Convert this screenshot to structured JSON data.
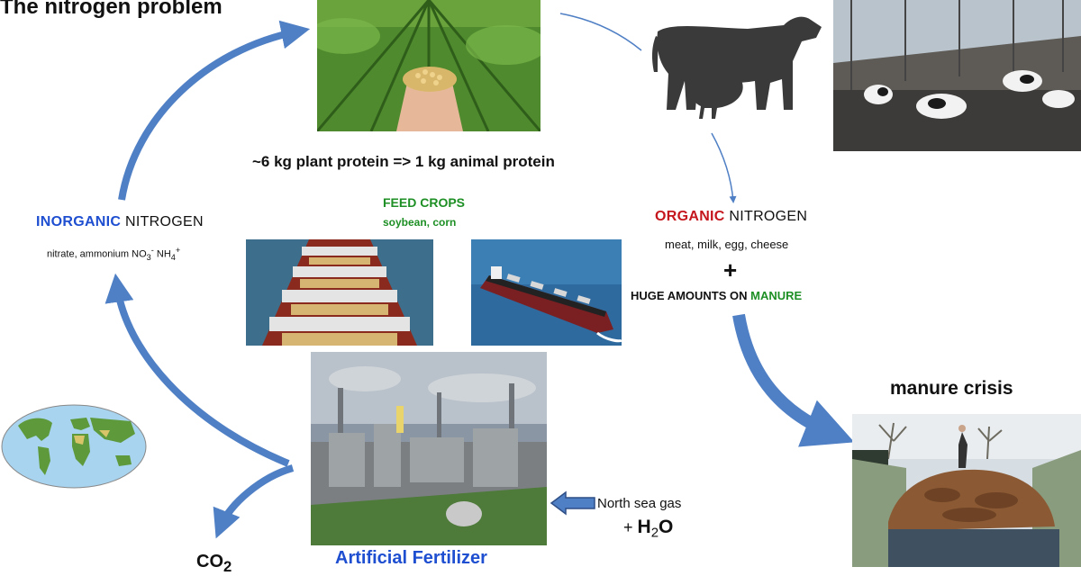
{
  "title": "The nitrogen problem",
  "ratio_text": "~6 kg plant protein => 1 kg animal protein",
  "feed": {
    "title": "FEED CROPS",
    "subtitle": "soybean, corn"
  },
  "inorganic": {
    "highlight": "INORGANIC",
    "rest": " NITROGEN",
    "subtitle_prefix": "nitrate, ammonium ",
    "no3": "NO",
    "no3_sub": "3",
    "no3_sup": "-",
    "nh4": " NH",
    "nh4_sub": "4",
    "nh4_sup": "+"
  },
  "organic": {
    "highlight": "ORGANIC",
    "rest": " NITROGEN",
    "subtitle": "meat, milk, egg, cheese",
    "plus": "+",
    "huge_prefix": "HUGE AMOUNTS ON ",
    "huge_highlight": "MANURE"
  },
  "manure_crisis": "manure crisis",
  "gas": {
    "line1": "North sea gas",
    "plus": "+ ",
    "h": "H",
    "sub": "2",
    "o": "O"
  },
  "fertilizer": "Artificial Fertilizer",
  "co2": {
    "c": "CO",
    "sub": "2"
  },
  "colors": {
    "arrow": "#4f7fc4",
    "inorganic": "#1f4fd1",
    "organic": "#c4161c",
    "green": "#1d8f24"
  },
  "icons": [
    "cow-icon",
    "chicken-icon",
    "world-map-icon",
    "left-arrow-icon"
  ]
}
